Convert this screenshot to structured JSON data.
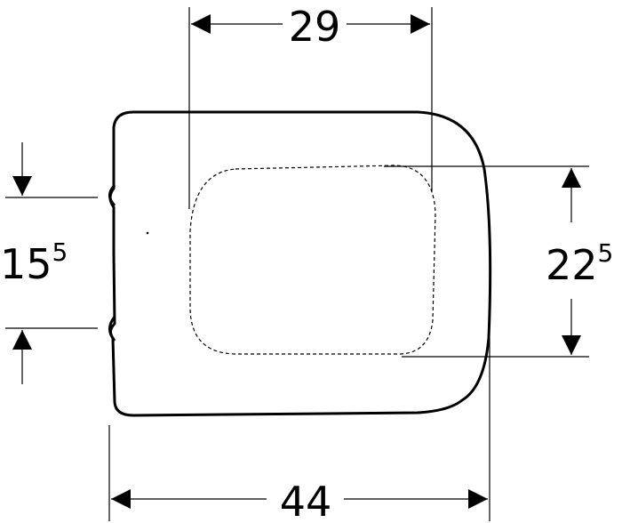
{
  "colors": {
    "line": "#000000",
    "background": "#ffffff"
  },
  "dimensions": {
    "top_width": {
      "main": "29",
      "sup": ""
    },
    "bottom_width": {
      "main": "44",
      "sup": ""
    },
    "left_height": {
      "main": "15",
      "sup": "5"
    },
    "right_height": {
      "main": "22",
      "sup": "5"
    }
  }
}
